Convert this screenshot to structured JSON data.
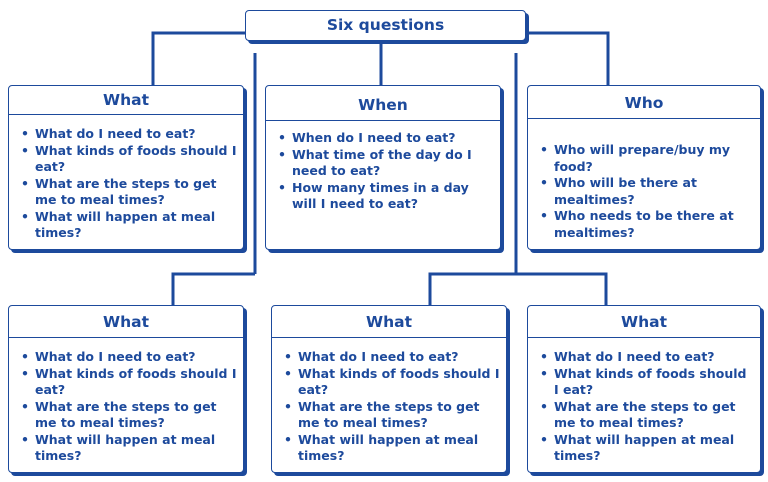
{
  "title": "Six questions",
  "accent_color": "#1d4a9c",
  "boxes": [
    {
      "title": "What",
      "items": [
        "What do I need to eat?",
        "What kinds of foods should I eat?",
        "What are the steps to get me to meal times?",
        "What will happen at meal times?"
      ]
    },
    {
      "title": "When",
      "items": [
        "When do I need to eat?",
        "What time of the day do I need to eat?",
        "How many times in a day will I need to eat?"
      ]
    },
    {
      "title": "Who",
      "items": [
        "Who will prepare/buy my food?",
        "Who will be there at mealtimes?",
        "Who needs to be there at mealtimes?"
      ]
    },
    {
      "title": "What",
      "items": [
        "What do I need to eat?",
        "What kinds of foods should I eat?",
        "What are the steps to get me to meal times?",
        "What will happen at meal times?"
      ]
    },
    {
      "title": "What",
      "items": [
        "What do I need to eat?",
        "What kinds of foods should I eat?",
        "What are the steps to get me to meal times?",
        "What will happen at meal times?"
      ]
    },
    {
      "title": "What",
      "items": [
        "What do I need to eat?",
        "What kinds of foods should I eat?",
        "What are the steps to get me to meal times?",
        "What will happen at meal times?"
      ]
    }
  ]
}
